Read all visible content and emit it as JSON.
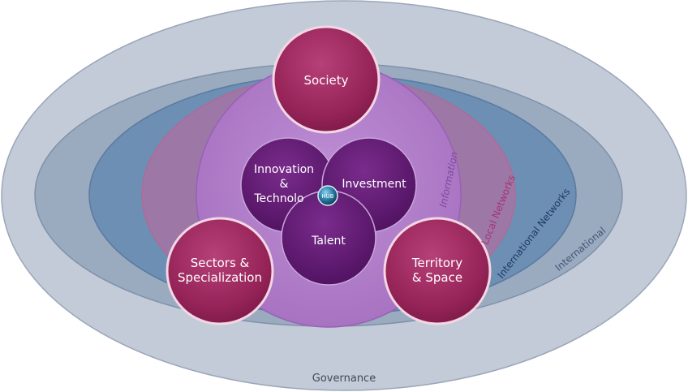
{
  "diagram": {
    "layers": {
      "governance": "Governance",
      "international": "International",
      "international_networks": "International Networks",
      "local_networks": "Local Networks",
      "information": "Information"
    },
    "pillars": {
      "society": "Society",
      "sectors_line1": "Sectors &",
      "sectors_line2": "Specialization",
      "territory_line1": "Territory",
      "territory_line2": "& Space"
    },
    "core": {
      "innovation_line1": "Innovation",
      "innovation_line2": "&",
      "innovation_line3": "Technolo",
      "investment": "Investment",
      "talent": "Talent",
      "hub": "HUB"
    },
    "colors": {
      "governance": "#c3cbd8",
      "international": "#9aaabf",
      "international_networks": "#6d8fb4",
      "local_networks": "#9d77a5",
      "information": "#b07fc9",
      "pillar": "#9b2a5e",
      "core": "#5e1a6e",
      "hub": "#1d5c7c"
    }
  }
}
